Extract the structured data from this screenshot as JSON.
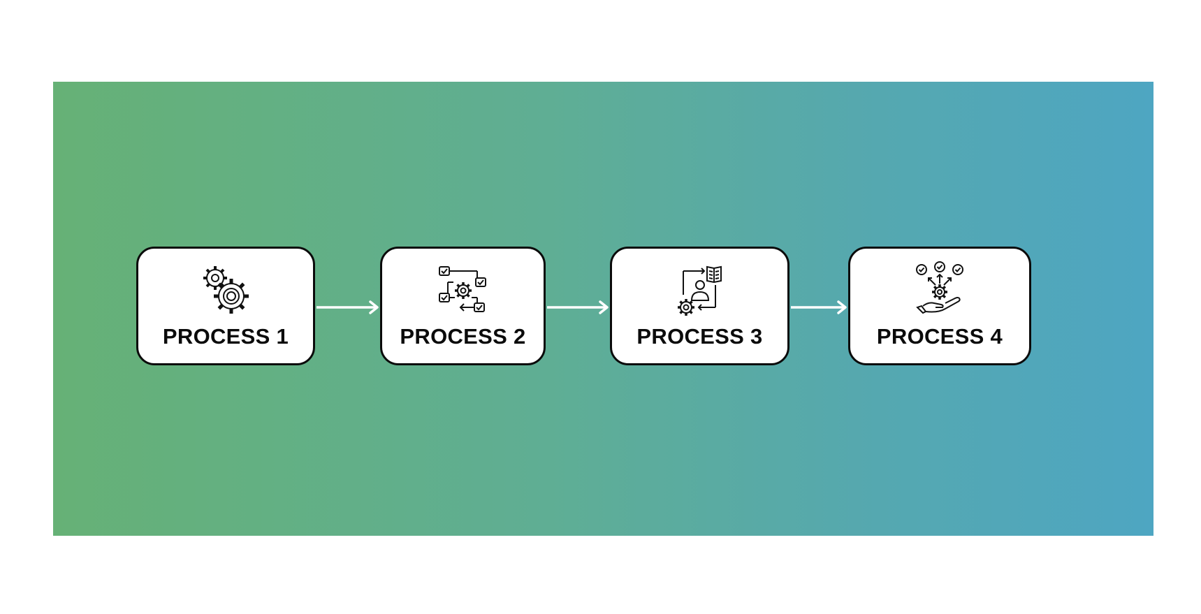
{
  "steps": [
    {
      "label": "PROCESS 1",
      "icon": "gears-icon"
    },
    {
      "label": "PROCESS 2",
      "icon": "workflow-icon"
    },
    {
      "label": "PROCESS 3",
      "icon": "user-learning-icon"
    },
    {
      "label": "PROCESS 4",
      "icon": "hand-gear-checks-icon"
    }
  ],
  "colors": {
    "gradient_start": "#66b176",
    "gradient_end": "#4ea6c2",
    "box_fill": "#ffffff",
    "box_border": "#0b0b0b",
    "arrow": "#ffffff"
  }
}
